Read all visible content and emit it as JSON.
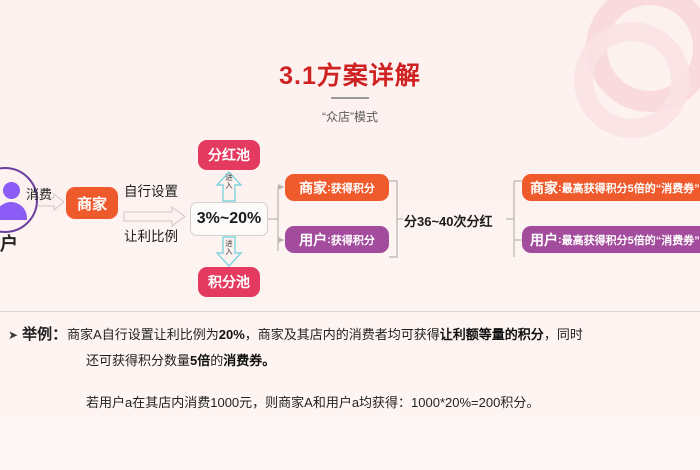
{
  "header": {
    "title": "3.1方案详解",
    "subtitle": "“众店”模式",
    "title_color": "#cf2222"
  },
  "decor": {
    "ring_outer_color": "#f8d7da",
    "ring_inner_color": "#fae2e4"
  },
  "diagram": {
    "avatar": {
      "label": "户",
      "color": "#8b5cf6",
      "ring_color": "#6b3fa0"
    },
    "connector_labels": {
      "consume": "消费",
      "set_line1": "自行设置",
      "set_line2": "让利比例",
      "enter_top": "进入",
      "enter_bottom": "进入",
      "dividend": "分36~40次分红"
    },
    "nodes": {
      "merchant": {
        "label": "商家",
        "color": "#ef5a2c"
      },
      "pool_dividend": {
        "label": "分红池",
        "color": "#e43a5f"
      },
      "pool_points": {
        "label": "积分池",
        "color": "#e43a5f"
      },
      "percent": {
        "label": "3%~20%",
        "color": "#fdfbfa"
      },
      "mid_merchant": {
        "name": "商家",
        "sep": ":",
        "detail": "获得积分",
        "color": "#ef5a2c"
      },
      "mid_user": {
        "name": "用户",
        "sep": ":",
        "detail": "获得积分",
        "color": "#a34b9c"
      },
      "right_merchant": {
        "name": "商家",
        "sep": ":",
        "detail": "最高获得积分5倍的“消费券”",
        "color": "#ef5a2c"
      },
      "right_user": {
        "name": "用户",
        "sep": ":",
        "detail": "最高获得积分5倍的“消费券”",
        "color": "#a34b9c"
      }
    }
  },
  "body": {
    "bullet_glyph": "➤",
    "p1_lead": "举例：",
    "p1_rest_a": "商家A自行设置让利比例为",
    "p1_rest_a_kw": "20%",
    "p1_rest_b": "，商家及其店内的消费者均可获得",
    "p1_rest_b_kw": "让利额等量的积分",
    "p1_rest_c": "，同时",
    "p2_a": "还可获得积分数量",
    "p2_kw1": "5倍",
    "p2_b": "的",
    "p2_kw2": "消费券。",
    "p3": "若用户a在其店内消费1000元，则商家A和用户a均获得：1000*20%=200积分。"
  }
}
